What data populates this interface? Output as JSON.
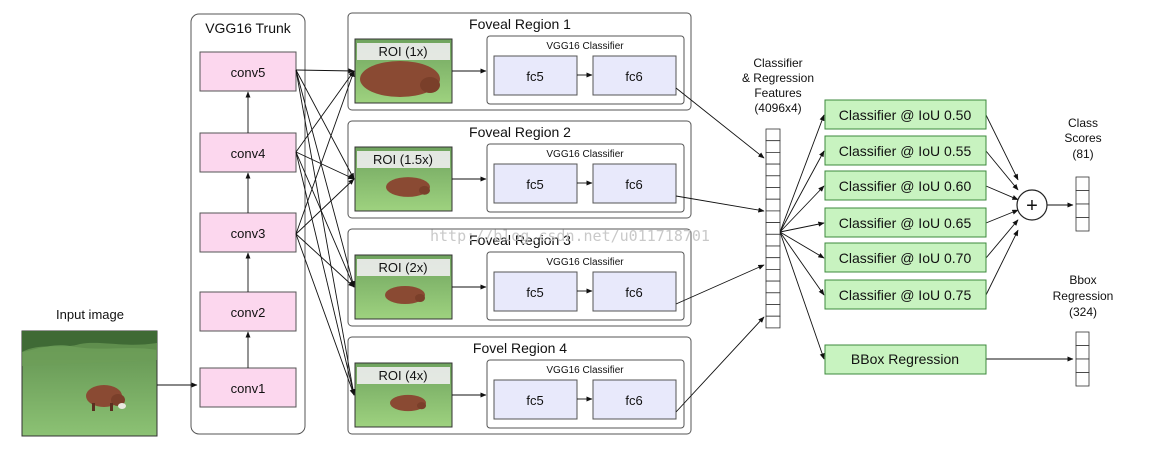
{
  "input": {
    "label": "Input image"
  },
  "trunk": {
    "title": "VGG16 Trunk",
    "layers": [
      "conv1",
      "conv2",
      "conv3",
      "conv4",
      "conv5"
    ]
  },
  "regions": [
    {
      "title": "Foveal Region 1",
      "roi": "ROI (1x)",
      "classifier": "VGG16 Classifier",
      "fc_a": "fc5",
      "fc_b": "fc6"
    },
    {
      "title": "Foveal Region 2",
      "roi": "ROI (1.5x)",
      "classifier": "VGG16 Classifier",
      "fc_a": "fc5",
      "fc_b": "fc6"
    },
    {
      "title": "Foveal Region 3",
      "roi": "ROI (2x)",
      "classifier": "VGG16 Classifier",
      "fc_a": "fc5",
      "fc_b": "fc6"
    },
    {
      "title": "Fovel Region 4",
      "roi": "ROI (4x)",
      "classifier": "VGG16 Classifier",
      "fc_a": "fc5",
      "fc_b": "fc6"
    }
  ],
  "features": {
    "line1": "Classifier",
    "line2": "& Regression",
    "line3": "Features",
    "line4": "(4096x4)"
  },
  "classifiers": [
    "Classifier @ IoU 0.50",
    "Classifier @ IoU 0.55",
    "Classifier @ IoU 0.60",
    "Classifier @ IoU 0.65",
    "Classifier @ IoU 0.70",
    "Classifier @ IoU 0.75"
  ],
  "bbox_box": "BBox Regression",
  "sum_symbol": "+",
  "class_scores": {
    "line1": "Class",
    "line2": "Scores",
    "line3": "(81)"
  },
  "bbox_out": {
    "line1": "Bbox",
    "line2": "Regression",
    "line3": "(324)"
  },
  "watermark": "http://blog.csdn.net/u011718701",
  "colors": {
    "conv_fill": "#fcd7ee",
    "fc_fill": "#e8e9fb",
    "classifier_fill": "#c8f3c0",
    "classifier_stroke": "#3c8a3c",
    "grass": "#7cb46a",
    "cow": "#8a4a33"
  }
}
